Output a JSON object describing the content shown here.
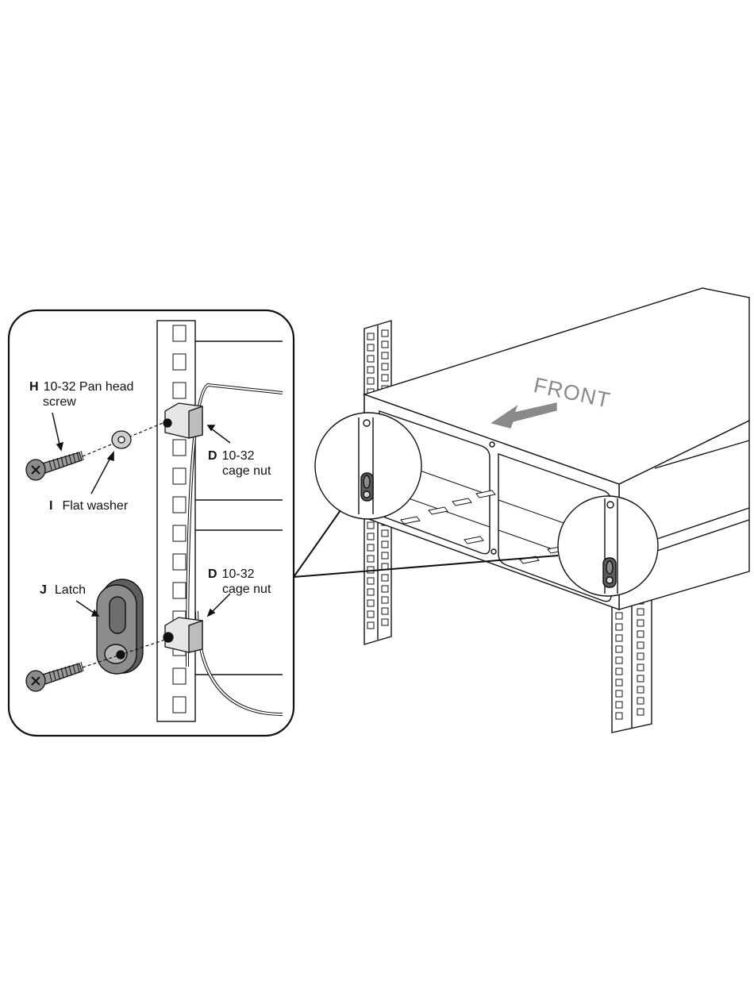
{
  "labels": {
    "screw": {
      "letter": "H",
      "line1": "10-32 Pan head",
      "line2": "screw"
    },
    "washer": {
      "letter": "I",
      "text": "Flat washer"
    },
    "nut_top": {
      "letter": "D",
      "line1": "10-32",
      "line2": "cage nut"
    },
    "nut_bottom": {
      "letter": "D",
      "line1": "10-32",
      "line2": "cage nut"
    },
    "latch": {
      "letter": "J",
      "text": "Latch"
    },
    "front": "FRONT"
  },
  "colors": {
    "line": "#111111",
    "part_gray": "#8c8c8c",
    "dark_gray": "#5a5a5a",
    "light_gray": "#d9d9d9",
    "arrow_gray": "#8a8a8a"
  }
}
